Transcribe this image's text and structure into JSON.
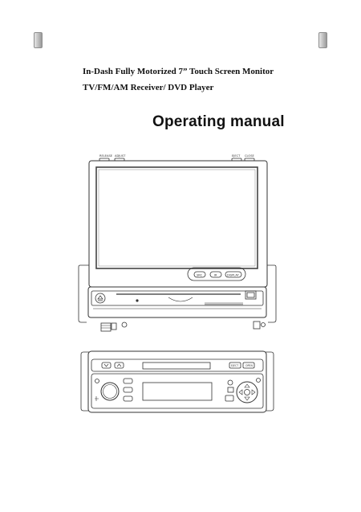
{
  "header": {
    "line1": "In-Dash Fully Motorized 7” Touch Screen Monitor",
    "line2": "TV/FM/AM Receiver/ DVD Player"
  },
  "title": "Operating manual",
  "open_unit": {
    "top_labels": [
      "RELEASE",
      "ADJUST",
      "EJECT",
      "CLOSE"
    ],
    "screen_buttons": [
      "SRC",
      "IR",
      "DISPLAY"
    ]
  },
  "closed_unit": {
    "right_buttons": [
      "EJECT",
      "OPEN"
    ]
  },
  "colors": {
    "line": "#333333",
    "screen_border": "#444444",
    "tab": "#bdbdbd"
  }
}
